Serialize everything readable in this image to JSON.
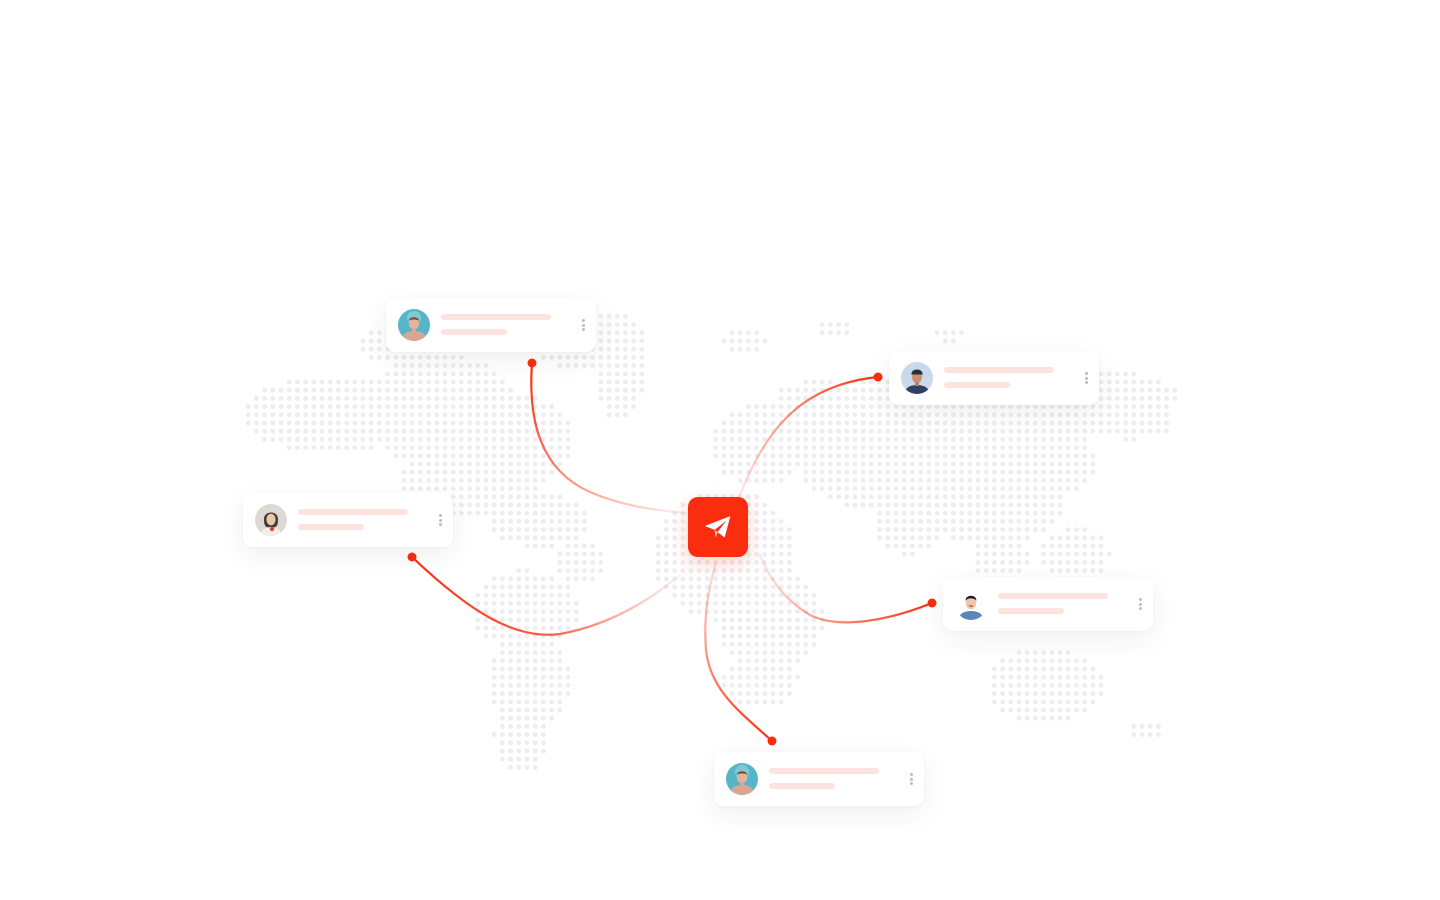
{
  "colors": {
    "accent": "#fa2e0e",
    "connector_light": "#fdd9d1",
    "skeleton": "#fde3de",
    "map_dot": "#ecedf1",
    "kebab": "#b9bcc6",
    "background": "#ffffff"
  },
  "hub": {
    "icon": "paper-plane-icon"
  },
  "contacts": [
    {
      "id": "north-america",
      "avatar": "man-teal-background-avatar",
      "menu_icon": "more-vertical-icon"
    },
    {
      "id": "asia",
      "avatar": "man-with-cap-avatar",
      "menu_icon": "more-vertical-icon"
    },
    {
      "id": "americas-west",
      "avatar": "woman-light-background-avatar",
      "menu_icon": "more-vertical-icon"
    },
    {
      "id": "asia-pacific",
      "avatar": "smiling-man-avatar",
      "menu_icon": "more-vertical-icon"
    },
    {
      "id": "africa-south",
      "avatar": "man-teal-background-avatar",
      "menu_icon": "more-vertical-icon"
    }
  ],
  "background": {
    "map": "dotted-world-map"
  }
}
